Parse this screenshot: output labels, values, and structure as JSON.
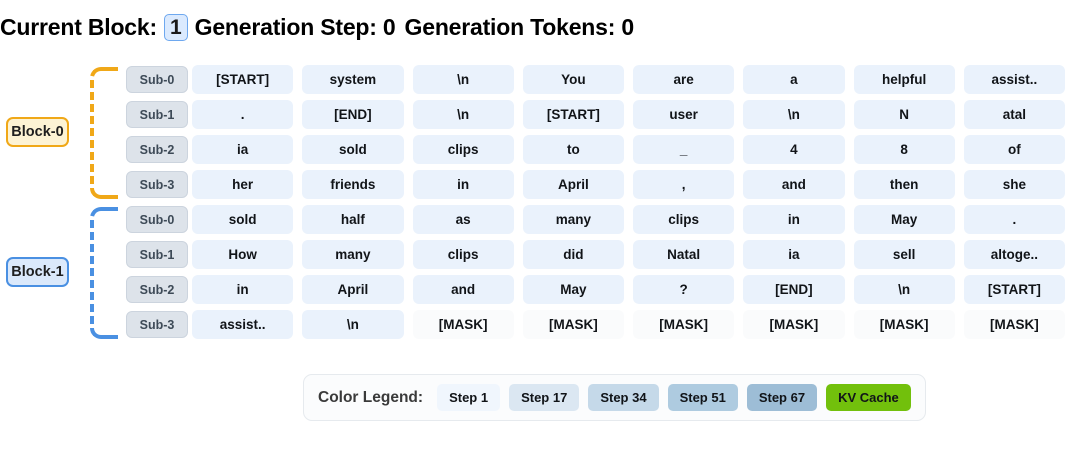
{
  "header": {
    "current_block_label": "Current Block:",
    "current_block_value": "1",
    "generation_step_label": "Generation Step: 0",
    "generation_tokens_label": "Generation Tokens: 0"
  },
  "colors": {
    "block0_border": "#f0a818",
    "block0_bg": "#fdf3d4",
    "block1_border": "#4a90e2",
    "block1_bg": "#dbe9fb",
    "token_bg": "#eaf2fc",
    "mask_bg": "#fafbfc",
    "sub_bg": "#dde3ea",
    "chip_accent": "#6ea8ef"
  },
  "grid": {
    "blocks": [
      {
        "name": "Block-0",
        "accent": "#f0a818",
        "rows": [
          {
            "sub": "Sub-0",
            "tokens": [
              "[START]",
              "system",
              "\\n",
              "You",
              "are",
              "a",
              "helpful",
              "assist.."
            ]
          },
          {
            "sub": "Sub-1",
            "tokens": [
              ".",
              "[END]",
              "\\n",
              "[START]",
              "user",
              "\\n",
              "N",
              "atal"
            ]
          },
          {
            "sub": "Sub-2",
            "tokens": [
              "ia",
              "sold",
              "clips",
              "to",
              "_",
              "4",
              "8",
              "of"
            ]
          },
          {
            "sub": "Sub-3",
            "tokens": [
              "her",
              "friends",
              "in",
              "April",
              ",",
              "and",
              "then",
              "she"
            ]
          }
        ]
      },
      {
        "name": "Block-1",
        "accent": "#4a90e2",
        "rows": [
          {
            "sub": "Sub-0",
            "tokens": [
              "sold",
              "half",
              "as",
              "many",
              "clips",
              "in",
              "May",
              "."
            ]
          },
          {
            "sub": "Sub-1",
            "tokens": [
              "How",
              "many",
              "clips",
              "did",
              "Natal",
              "ia",
              "sell",
              "altoge.."
            ]
          },
          {
            "sub": "Sub-2",
            "tokens": [
              "in",
              "April",
              "and",
              "May",
              "?",
              "[END]",
              "\\n",
              "[START]"
            ]
          },
          {
            "sub": "Sub-3",
            "tokens": [
              "assist..",
              "\\n",
              "[MASK]",
              "[MASK]",
              "[MASK]",
              "[MASK]",
              "[MASK]",
              "[MASK]"
            ]
          }
        ]
      }
    ]
  },
  "legend": {
    "title": "Color Legend:",
    "items": [
      {
        "label": "Step 1",
        "color": "#f0f6fd",
        "text_color": "#111418"
      },
      {
        "label": "Step 17",
        "color": "#dbe7f2",
        "text_color": "#111418"
      },
      {
        "label": "Step 34",
        "color": "#c5d9e9",
        "text_color": "#111418"
      },
      {
        "label": "Step 51",
        "color": "#aecbe0",
        "text_color": "#111418"
      },
      {
        "label": "Step 67",
        "color": "#9dbdd6",
        "text_color": "#111418"
      },
      {
        "label": "KV Cache",
        "color": "#72c00c",
        "text_color": "#111418"
      }
    ]
  }
}
